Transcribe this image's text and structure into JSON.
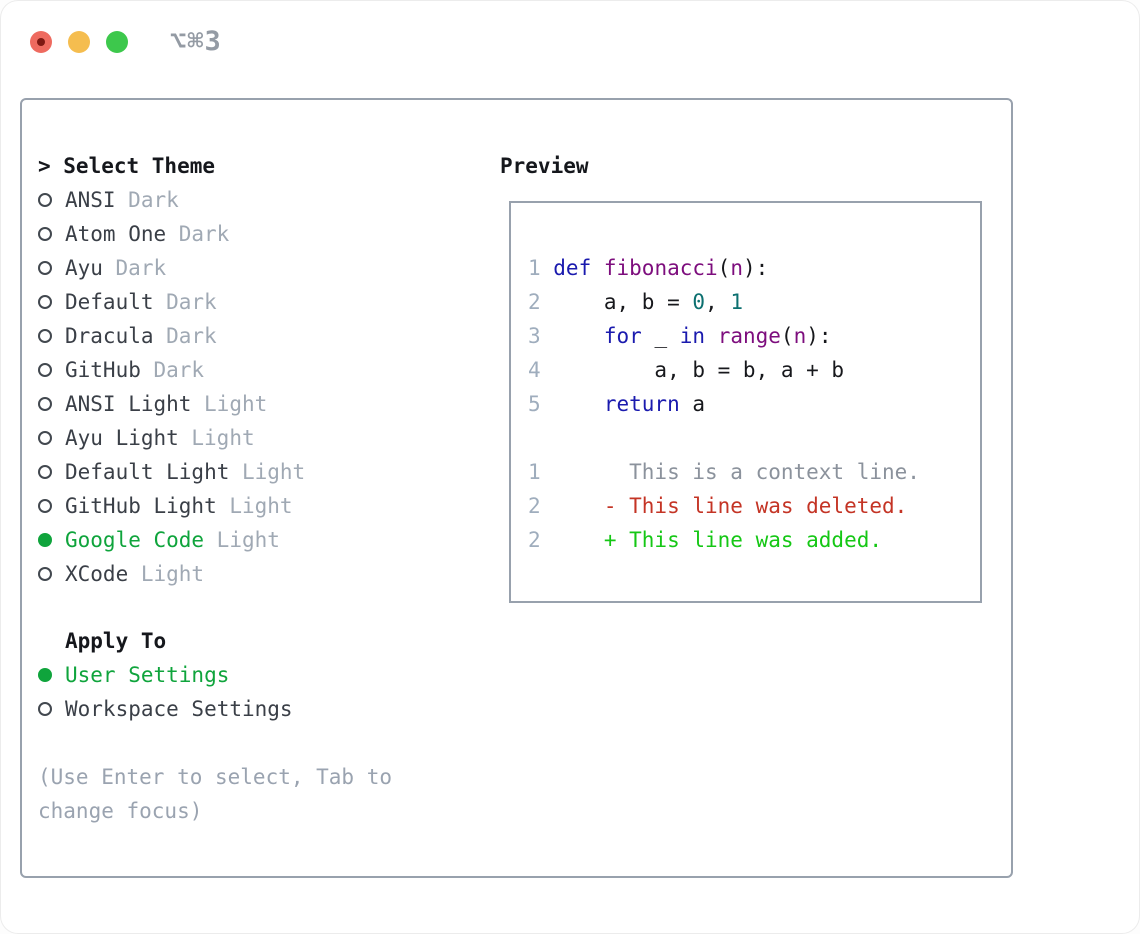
{
  "titlebar": {
    "title": "⌥⌘3",
    "buttons": [
      "close",
      "minimize",
      "zoom"
    ]
  },
  "theme_list": {
    "header": "> Select Theme",
    "items": [
      {
        "name": "ANSI",
        "variant": "Dark",
        "selected": false
      },
      {
        "name": "Atom One",
        "variant": "Dark",
        "selected": false
      },
      {
        "name": "Ayu",
        "variant": "Dark",
        "selected": false
      },
      {
        "name": "Default",
        "variant": "Dark",
        "selected": false
      },
      {
        "name": "Dracula",
        "variant": "Dark",
        "selected": false
      },
      {
        "name": "GitHub",
        "variant": "Dark",
        "selected": false
      },
      {
        "name": "ANSI Light",
        "variant": "Light",
        "selected": false
      },
      {
        "name": "Ayu Light",
        "variant": "Light",
        "selected": false
      },
      {
        "name": "Default Light",
        "variant": "Light",
        "selected": false
      },
      {
        "name": "GitHub Light",
        "variant": "Light",
        "selected": false
      },
      {
        "name": "Google Code",
        "variant": "Light",
        "selected": true
      },
      {
        "name": "XCode",
        "variant": "Light",
        "selected": false
      }
    ]
  },
  "apply_to": {
    "header": "Apply To",
    "options": [
      {
        "label": "User Settings",
        "selected": true
      },
      {
        "label": "Workspace Settings",
        "selected": false
      }
    ]
  },
  "help_text": "(Use Enter to select, Tab to change focus)",
  "preview": {
    "header": "Preview",
    "code_lines": [
      {
        "num": "1",
        "tokens": [
          {
            "t": "def",
            "c": "kw"
          },
          {
            "t": " ",
            "c": "pl"
          },
          {
            "t": "fibonacci",
            "c": "fn"
          },
          {
            "t": "(",
            "c": "pl"
          },
          {
            "t": "n",
            "c": "fn"
          },
          {
            "t": "):",
            "c": "pl"
          }
        ]
      },
      {
        "num": "2",
        "tokens": [
          {
            "t": "    a, b = ",
            "c": "pl"
          },
          {
            "t": "0",
            "c": "num"
          },
          {
            "t": ", ",
            "c": "pl"
          },
          {
            "t": "1",
            "c": "num"
          }
        ]
      },
      {
        "num": "3",
        "tokens": [
          {
            "t": "    ",
            "c": "pl"
          },
          {
            "t": "for",
            "c": "kw"
          },
          {
            "t": " _ ",
            "c": "pl"
          },
          {
            "t": "in",
            "c": "kw"
          },
          {
            "t": " ",
            "c": "pl"
          },
          {
            "t": "range",
            "c": "fn"
          },
          {
            "t": "(",
            "c": "pl"
          },
          {
            "t": "n",
            "c": "fn"
          },
          {
            "t": "):",
            "c": "pl"
          }
        ]
      },
      {
        "num": "4",
        "tokens": [
          {
            "t": "        a, b = b, a + b",
            "c": "pl"
          }
        ]
      },
      {
        "num": "5",
        "tokens": [
          {
            "t": "    ",
            "c": "pl"
          },
          {
            "t": "return",
            "c": "kw"
          },
          {
            "t": " a",
            "c": "pl"
          }
        ]
      },
      {
        "num": "",
        "tokens": []
      },
      {
        "num": "1",
        "tokens": [
          {
            "t": "      This is a context line.",
            "c": "ctx"
          }
        ]
      },
      {
        "num": "2",
        "tokens": [
          {
            "t": "    - This line was deleted.",
            "c": "del"
          }
        ]
      },
      {
        "num": "2",
        "tokens": [
          {
            "t": "    + This line was added.",
            "c": "add"
          }
        ]
      }
    ]
  },
  "colors": {
    "accent_green": "#0fa43c",
    "marker_outline": "#42484f",
    "border": "#98a1ad",
    "text_head": "#15171c",
    "text_dark": "#3a3f47",
    "text_muted": "#a0a9b4",
    "help_gray": "#9aa3b0",
    "title_gray": "#949ba4",
    "line_number": "#9fadbd",
    "code_plain": "#17181c",
    "code_keyword": "#1a1aae",
    "code_function": "#7d0d7d",
    "code_number": "#0c7070",
    "code_context": "#8b929c",
    "code_deleted": "#c43425",
    "code_added": "#15c715",
    "traffic_red": "#ee6a5f",
    "traffic_red_dot": "#7e1812",
    "traffic_yellow": "#f5bd4f",
    "traffic_green": "#3dc84c"
  }
}
